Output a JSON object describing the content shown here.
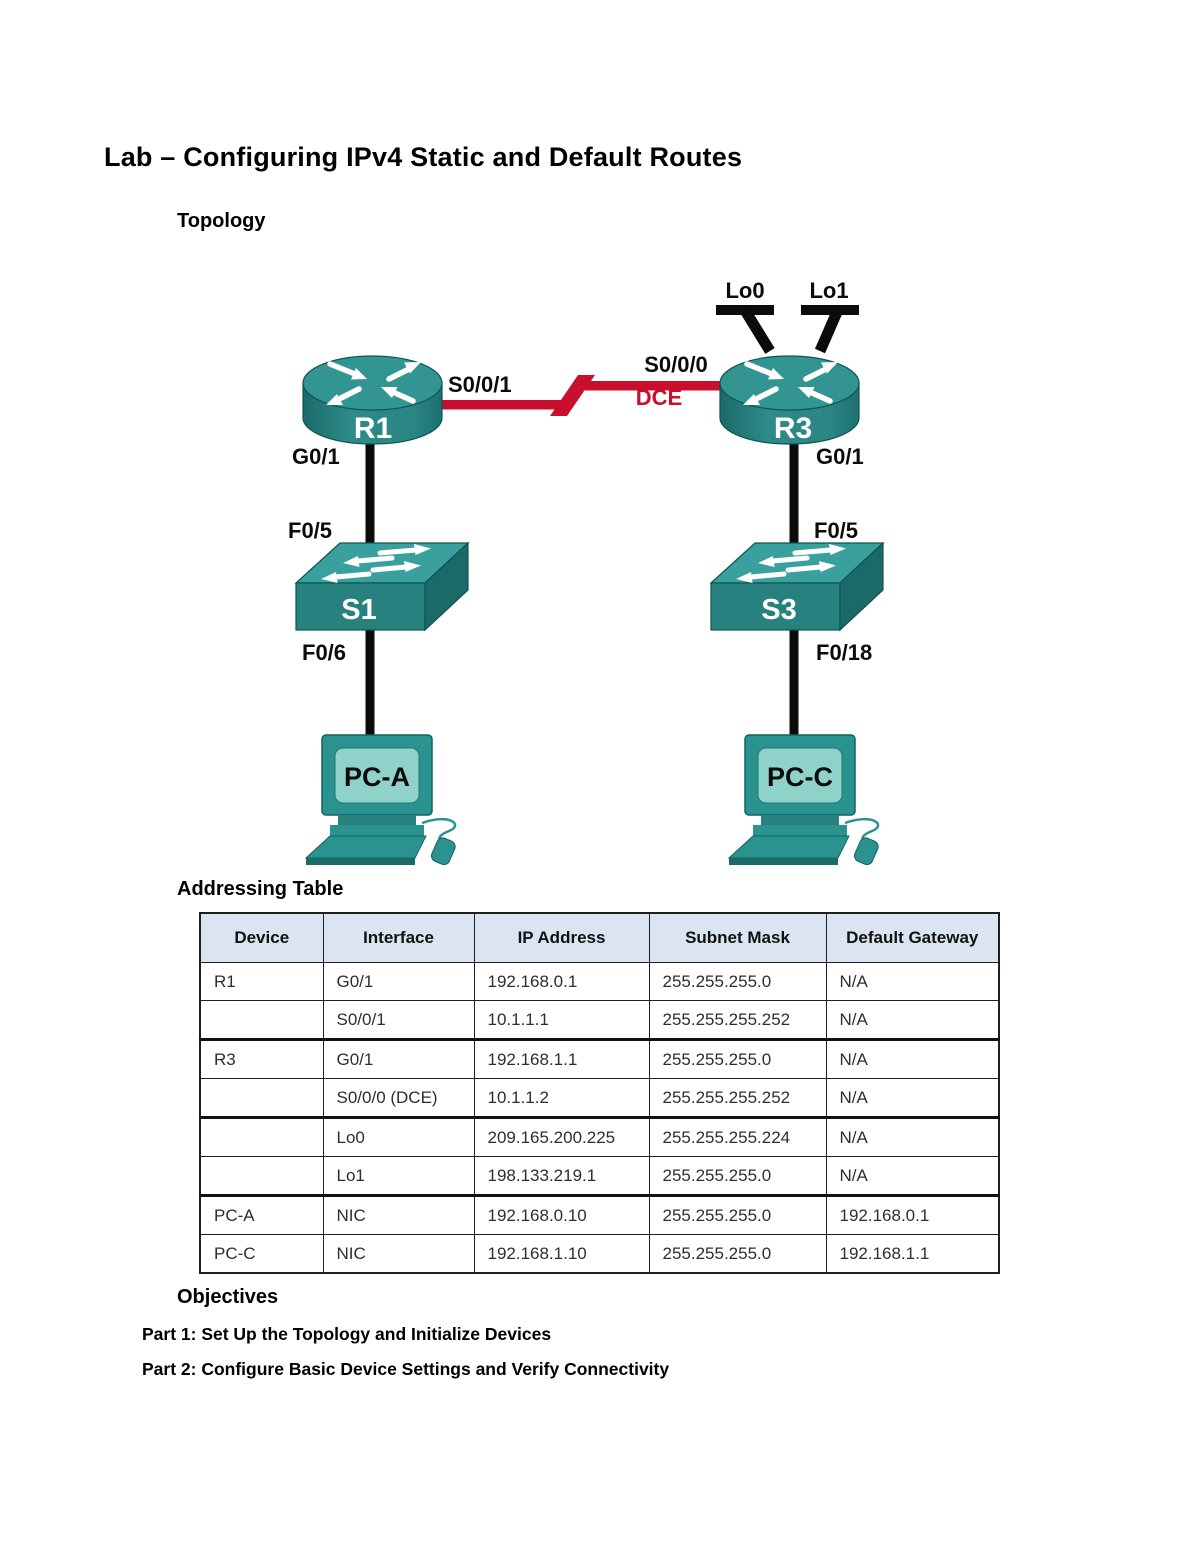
{
  "document": {
    "title": "Lab – Configuring IPv4 Static and Default Routes",
    "headings": {
      "topology": "Topology",
      "addressing_table": "Addressing Table",
      "objectives": "Objectives"
    },
    "objectives": [
      "Part 1: Set Up the Topology and Initialize Devices",
      "Part 2: Configure Basic Device Settings and Verify Connectivity"
    ]
  },
  "topology": {
    "labels": {
      "r1": "R1",
      "r3": "R3",
      "s1": "S1",
      "s3": "S3",
      "pc_a": "PC-A",
      "pc_c": "PC-C",
      "serial_r1": "S0/0/1",
      "serial_r3": "S0/0/0",
      "dce": "DCE",
      "lo0": "Lo0",
      "lo1": "Lo1",
      "g01_left": "G0/1",
      "g01_right": "G0/1",
      "f05_left": "F0/5",
      "f05_right": "F0/5",
      "f06": "F0/6",
      "f018": "F0/18"
    },
    "colors": {
      "serial_cable_red": "#C8102E",
      "device_teal": "#2E8B88",
      "ethernet_black": "#0B0B0B"
    }
  },
  "addressing_table": {
    "header_bg": "#DBE5F1",
    "headers": [
      "Device",
      "Interface",
      "IP Address",
      "Subnet Mask",
      "Default Gateway"
    ],
    "rows": [
      {
        "device": "R1",
        "interface": "G0/1",
        "ip": "192.168.0.1",
        "mask": "255.255.255.0",
        "gateway": "N/A"
      },
      {
        "device": "",
        "interface": "S0/0/1",
        "ip": "10.1.1.1",
        "mask": "255.255.255.252",
        "gateway": "N/A"
      },
      {
        "device": "R3",
        "interface": "G0/1",
        "ip": "192.168.1.1",
        "mask": "255.255.255.0",
        "gateway": "N/A"
      },
      {
        "device": "",
        "interface": "S0/0/0 (DCE)",
        "ip": "10.1.1.2",
        "mask": "255.255.255.252",
        "gateway": "N/A"
      },
      {
        "device": "",
        "interface": "Lo0",
        "ip": "209.165.200.225",
        "mask": "255.255.255.224",
        "gateway": "N/A"
      },
      {
        "device": "",
        "interface": "Lo1",
        "ip": "198.133.219.1",
        "mask": "255.255.255.0",
        "gateway": "N/A"
      },
      {
        "device": "PC-A",
        "interface": "NIC",
        "ip": "192.168.0.10",
        "mask": "255.255.255.0",
        "gateway": "192.168.0.1"
      },
      {
        "device": "PC-C",
        "interface": "NIC",
        "ip": "192.168.1.10",
        "mask": "255.255.255.0",
        "gateway": "192.168.1.1"
      }
    ]
  }
}
